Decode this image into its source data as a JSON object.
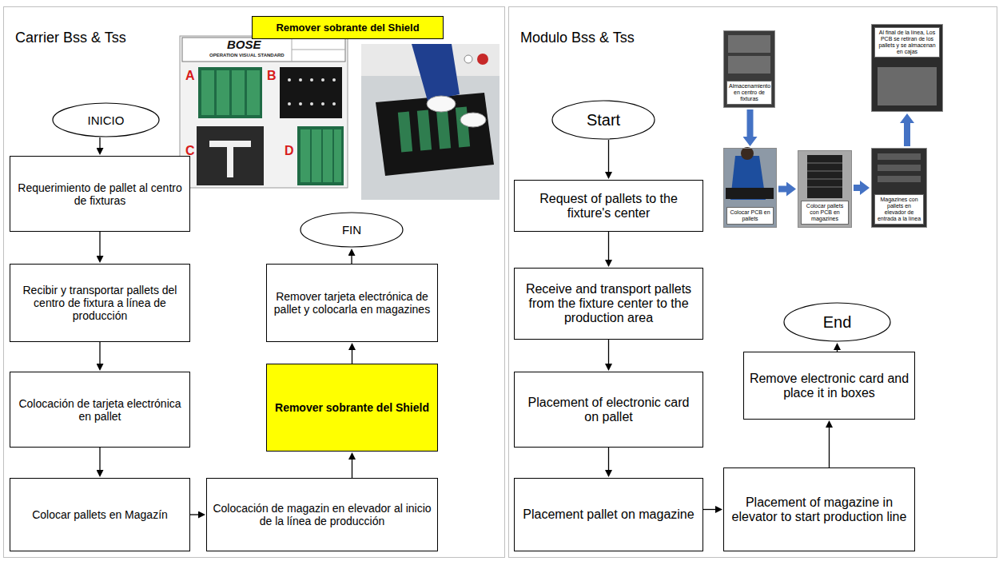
{
  "diagram": {
    "nodes": [
      {
        "text": [
          "Carrier Bss & Tss"
        ]
      },
      {
        "text": [
          "Remover sobrante del Shield"
        ],
        "in": 0
      },
      {
        "text": [
          "INICIO"
        ],
        "in": 0
      },
      {
        "text": [
          "Requerimiento de pallet al centro de fixturas"
        ],
        "in": 0
      },
      {
        "text": [
          "Recibir y transportar pallets del centro de fixtura a línea de producción"
        ],
        "in": 0
      },
      {
        "text": [
          "Colocación de tarjeta electrónica en pallet"
        ],
        "in": 0
      },
      {
        "text": [
          "Colocar pallets en Magazín"
        ],
        "in": 0
      },
      {
        "text": [
          "Colocación de magazin en elevador al inicio de la línea de producción"
        ],
        "in": 0
      },
      {
        "text": [
          "Remover sobrante del Shield"
        ],
        "in": 0
      },
      {
        "text": [
          "Remover tarjeta electrónica de pallet y colocarla en magazines"
        ],
        "in": 0
      },
      {
        "text": [
          "FIN"
        ],
        "in": 0
      },
      {
        "text": [
          "Modulo Bss & Tss"
        ]
      },
      {
        "text": [
          "Start"
        ],
        "in": 11
      },
      {
        "text": [
          "Request of pallets to the fixture's center"
        ],
        "in": 11
      },
      {
        "text": [
          "Receive and transport pallets from the fixture center to the production area"
        ],
        "in": 11
      },
      {
        "text": [
          "Placement of electronic card on pallet"
        ],
        "in": 11
      },
      {
        "text": [
          "Placement pallet on magazine"
        ],
        "in": 11
      },
      {
        "text": [
          "Placement of magazine in elevator to start production line"
        ],
        "in": 11
      },
      {
        "text": [
          "Remove electronic card and place it in boxes"
        ],
        "in": 11
      },
      {
        "text": [
          "End"
        ],
        "in": 11
      },
      {
        "text": [
          "Almacenamiento en centro de fixturas"
        ],
        "in": 11
      },
      {
        "text": [
          "Colocar PCB en pallets"
        ],
        "in": 11
      },
      {
        "text": [
          "Colocar pallets con PCB en magazines"
        ],
        "in": 11
      },
      {
        "text": [
          "Magazines con pallets en elevador de entrada a la línea"
        ],
        "in": 11
      },
      {
        "text": [
          "Al final de la línea, Los PCB se retiran de los pallets y se almacenan en cajas"
        ],
        "in": 11
      }
    ],
    "edges": [
      {
        "from": 2,
        "to": 3,
        "arrow": "to"
      },
      {
        "from": 3,
        "to": 4,
        "arrow": "to"
      },
      {
        "from": 4,
        "to": 5,
        "arrow": "to"
      },
      {
        "from": 5,
        "to": 6,
        "arrow": "to"
      },
      {
        "from": 6,
        "to": 7,
        "arrow": "to"
      },
      {
        "from": 7,
        "to": 8,
        "arrow": "to"
      },
      {
        "from": 8,
        "to": 9,
        "arrow": "to"
      },
      {
        "from": 9,
        "to": 10,
        "arrow": "to"
      },
      {
        "from": 12,
        "to": 13,
        "arrow": "to"
      },
      {
        "from": 13,
        "to": 14,
        "arrow": "to"
      },
      {
        "from": 14,
        "to": 15,
        "arrow": "to"
      },
      {
        "from": 15,
        "to": 16,
        "arrow": "to"
      },
      {
        "from": 16,
        "to": 17,
        "arrow": "to"
      },
      {
        "from": 17,
        "to": 18,
        "arrow": "to"
      },
      {
        "from": 18,
        "to": 19,
        "arrow": "to"
      },
      {
        "from": 20,
        "to": 21,
        "arrow": "to"
      },
      {
        "from": 21,
        "to": 22,
        "arrow": "to"
      },
      {
        "from": 22,
        "to": 23,
        "arrow": "to"
      },
      {
        "from": 23,
        "to": 24,
        "arrow": "to"
      }
    ],
    "labels": [
      "BOSE",
      "OPERATION VISUAL STANDARD",
      "A",
      "B",
      "C",
      "D"
    ]
  }
}
